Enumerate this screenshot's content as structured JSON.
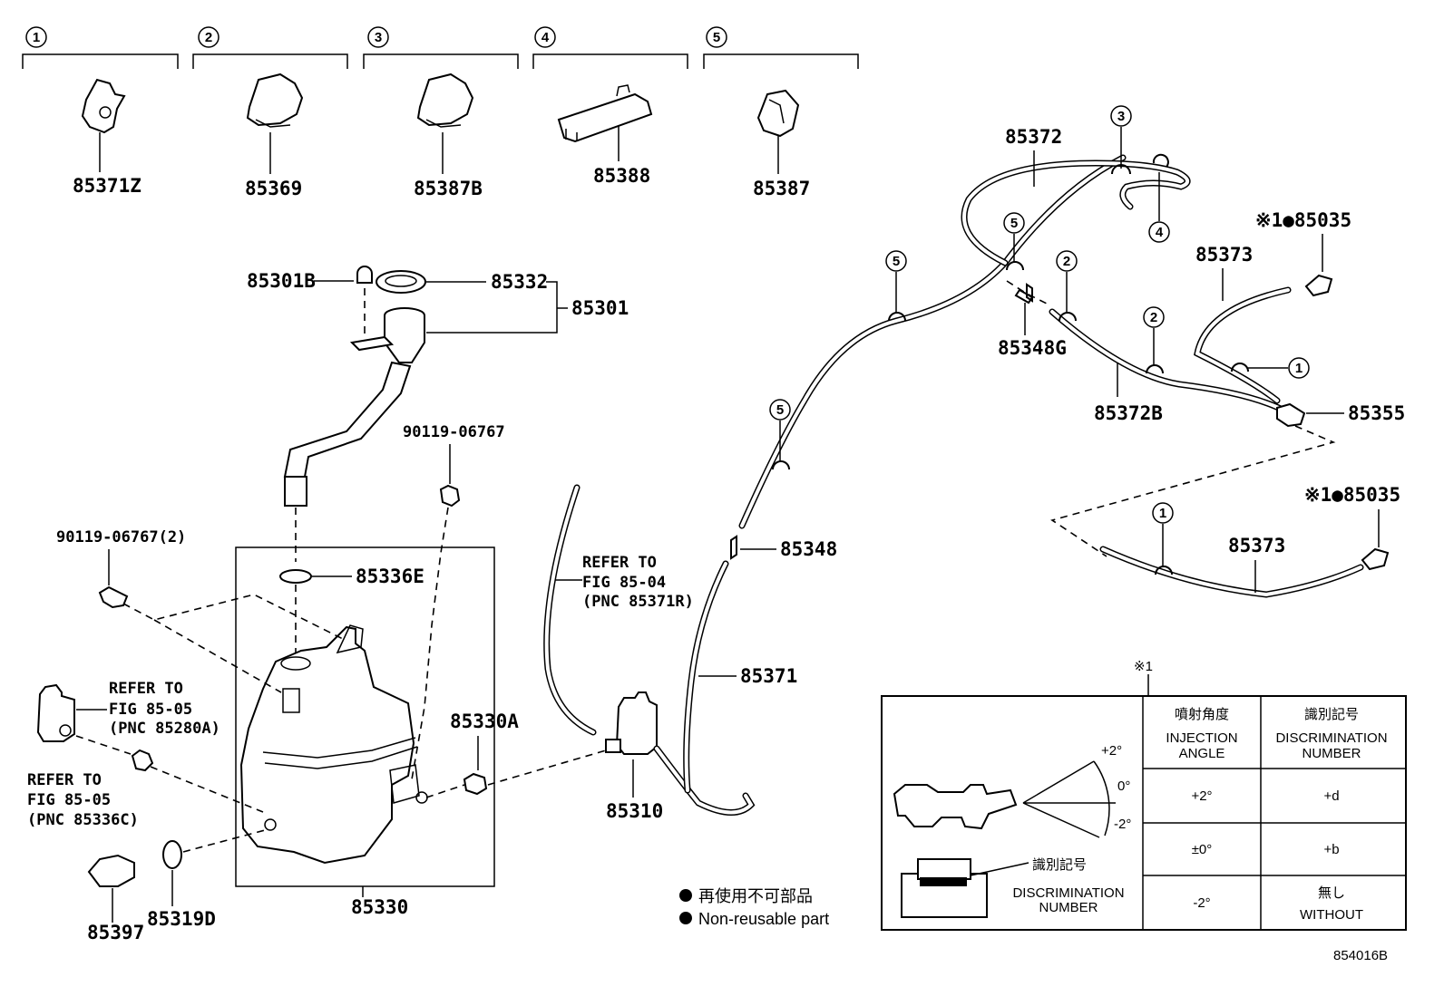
{
  "clip_groups": [
    {
      "num": "1",
      "part": "85371Z"
    },
    {
      "num": "2",
      "part": "85369"
    },
    {
      "num": "3",
      "part": "85387B"
    },
    {
      "num": "4",
      "part": "85388"
    },
    {
      "num": "5",
      "part": "85387"
    }
  ],
  "parts": {
    "p85301B": "85301B",
    "p85332": "85332",
    "p85301": "85301",
    "p90119_06767": "90119-06767",
    "p90119_06767_2": "90119-06767(2)",
    "p85336E": "85336E",
    "p85330A": "85330A",
    "p85330": "85330",
    "p85397": "85397",
    "p85319D": "85319D",
    "p85310": "85310",
    "p85371": "85371",
    "p85348": "85348",
    "p85372": "85372",
    "p85348G": "85348G",
    "p85372B": "85372B",
    "p85373a": "85373",
    "p85373b": "85373",
    "p85035a": "※1●85035",
    "p85035b": "※1●85035",
    "p85355": "85355"
  },
  "refs": {
    "ref1": [
      "REFER TO",
      "FIG 85-04",
      "(PNC 85371R)"
    ],
    "ref2": [
      "REFER TO",
      "FIG 85-05",
      "(PNC 85280A)"
    ],
    "ref3": [
      "REFER TO",
      "FIG 85-05",
      "(PNC 85336C)"
    ]
  },
  "callouts": {
    "c_85372_3": "3",
    "c_4": "4",
    "c_5a": "5",
    "c_5b": "5",
    "c_5c": "5",
    "c_2a": "2",
    "c_2b": "2",
    "c_1a": "1",
    "c_1b": "1"
  },
  "legend": {
    "jp": "再使用不可部品",
    "en": "Non-reusable part"
  },
  "table": {
    "mark": "※1",
    "headers": [
      {
        "jp": "噴射角度",
        "en": [
          "INJECTION",
          "ANGLE"
        ]
      },
      {
        "jp": "識別記号",
        "en": [
          "DISCRIMINATION",
          "NUMBER"
        ]
      }
    ],
    "rows": [
      {
        "angle": "+2°",
        "disc": "+d"
      },
      {
        "angle": "±0°",
        "disc": "+b"
      },
      {
        "angle": "-2°",
        "disc_jp": "無し",
        "disc_en": "WITHOUT"
      }
    ],
    "angle_labels": {
      "top": "+2°",
      "mid": "0°",
      "bot": "-2°"
    },
    "disc_label_jp": "識別記号",
    "disc_label_en": [
      "DISCRIMINATION",
      "NUMBER"
    ]
  },
  "diagram_id": "854016B"
}
